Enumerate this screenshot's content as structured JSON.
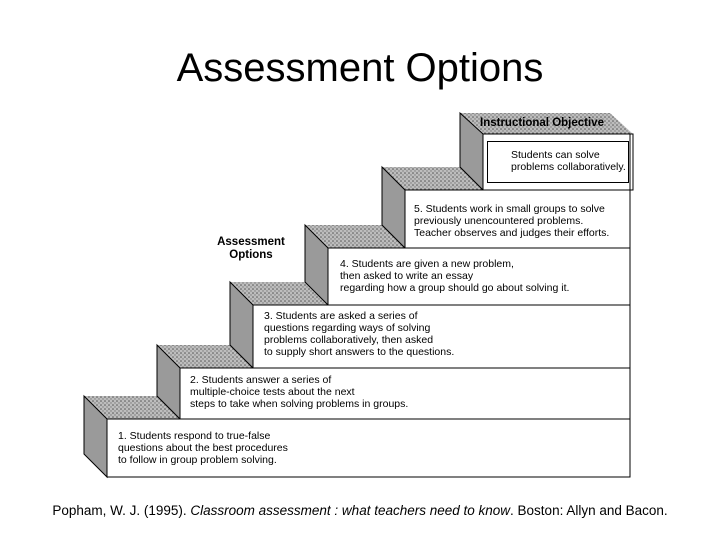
{
  "title": "Assessment Options",
  "options_label": [
    "Assessment",
    "Options"
  ],
  "objective": {
    "heading": "Instructional Objective",
    "lines": [
      "Students can solve",
      "problems collaboratively."
    ]
  },
  "steps": [
    {
      "lines": [
        "1. Students respond to true-false",
        "questions about the best procedures",
        "to follow in group problem solving."
      ]
    },
    {
      "lines": [
        "2. Students answer a series of",
        "multiple-choice tests about the next",
        "steps to take when solving problems in groups."
      ]
    },
    {
      "lines": [
        "3. Students are asked a series of",
        "questions regarding ways of solving",
        "problems collaboratively, then asked",
        "to supply short answers to the questions."
      ]
    },
    {
      "lines": [
        "4. Students are given a new problem,",
        "then asked to write an essay",
        "regarding how a group should go about solving it."
      ]
    },
    {
      "lines": [
        "5. Students work in small groups to solve",
        "previously unencountered problems.",
        "Teacher observes and judges their efforts."
      ]
    }
  ],
  "citation": {
    "author": "Popham, W. J. (1995). ",
    "work": "Classroom assessment : what teachers need to know",
    "publisher": ". Boston: Allyn and Bacon."
  }
}
